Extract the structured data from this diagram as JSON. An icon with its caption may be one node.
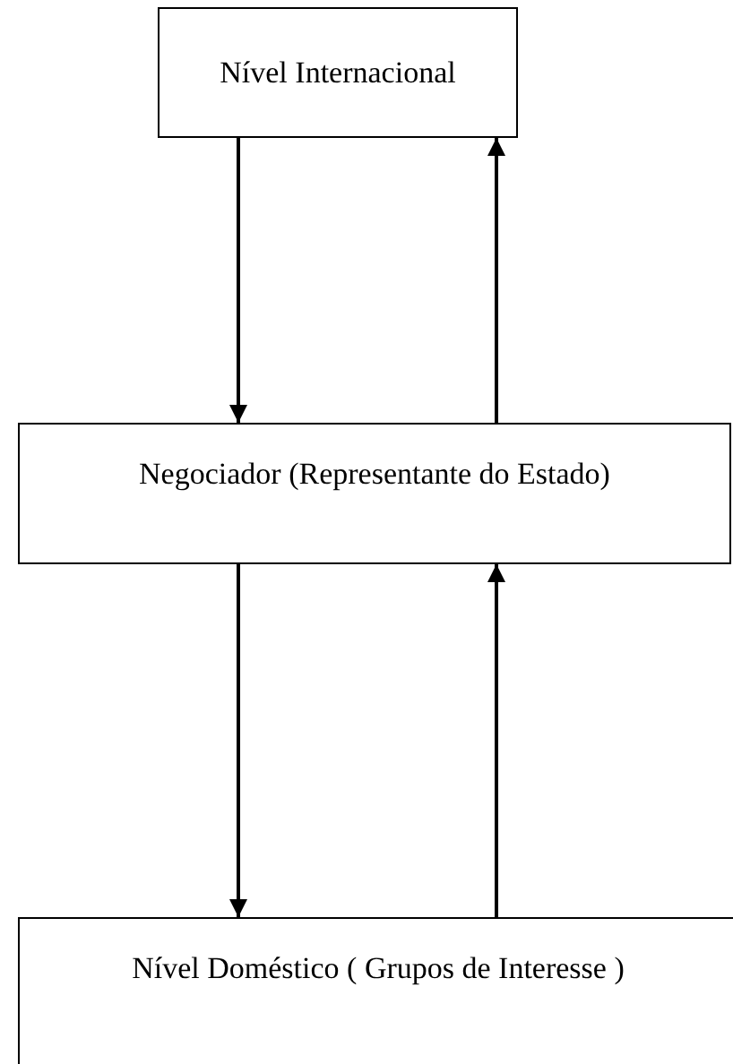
{
  "diagram": {
    "nodes": [
      {
        "text": [
          "Nível Internacional"
        ]
      },
      {
        "text": [
          "Negociador (Representante do Estado)"
        ]
      },
      {
        "text": [
          "Nível Doméstico ( Grupos de Interesse )"
        ]
      }
    ],
    "edges": [
      {
        "from": 0,
        "to": 1,
        "arrow": "to"
      },
      {
        "from": 1,
        "to": 0,
        "arrow": "to"
      },
      {
        "from": 1,
        "to": 2,
        "arrow": "to"
      },
      {
        "from": 2,
        "to": 1,
        "arrow": "to"
      }
    ]
  }
}
